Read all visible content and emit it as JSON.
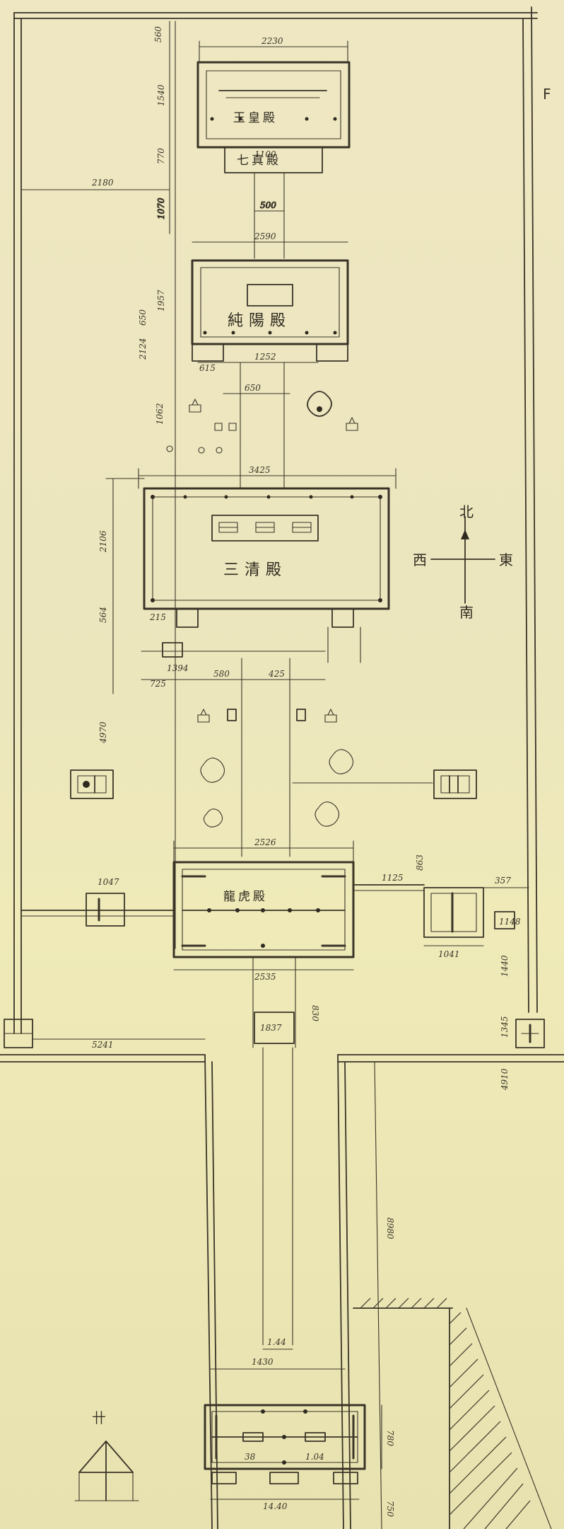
{
  "sheet_label": "F",
  "halls": {
    "top_upper": "玉皇殿",
    "top_lower": "七真殿",
    "second": "純陽殿",
    "main": "三清殿",
    "front": "龍虎殿"
  },
  "compass": {
    "north": "北",
    "south": "南",
    "east": "東",
    "west": "西"
  },
  "elevation_mark": "卄",
  "dimensions": {
    "top_width": "2230",
    "top_depth": "1540",
    "top_setback": "560",
    "top_sub": "1100",
    "top_gap": "770",
    "west_offset": "2180",
    "path_1": "1070",
    "path_1_width": "500",
    "second_width": "2590",
    "second_depth": "1957",
    "second_side": "650",
    "second_step_a": "2124",
    "second_step_b": "1252",
    "second_step_c": "615",
    "court_a": "1062",
    "court_b": "650",
    "main_width": "3425",
    "main_depth": "2106",
    "main_step": "564",
    "main_step_b": "215",
    "main_wing": "1394",
    "main_wing_b": "725",
    "main_path_a": "580",
    "main_path_b": "425",
    "side_court": "4970",
    "front_width": "2526",
    "front_right": "1125",
    "front_right_b": "357",
    "front_right_c": "863",
    "front_right_d": "1148",
    "front_right_e": "1041",
    "front_left": "1047",
    "front_bottom": "2535",
    "front_gate": "830",
    "front_gate_w": "1837",
    "lower_right_a": "1440",
    "lower_right_b": "1345",
    "lower_right_c": "4910",
    "left_span": "5241",
    "long_path": "8980",
    "gate_width": "1430",
    "gate_mark": "1.44",
    "gate_depth": "780",
    "gate_inner_a": "38",
    "gate_inner_b": "1.04",
    "gate_bottom": "14.40",
    "gate_right": "750"
  }
}
